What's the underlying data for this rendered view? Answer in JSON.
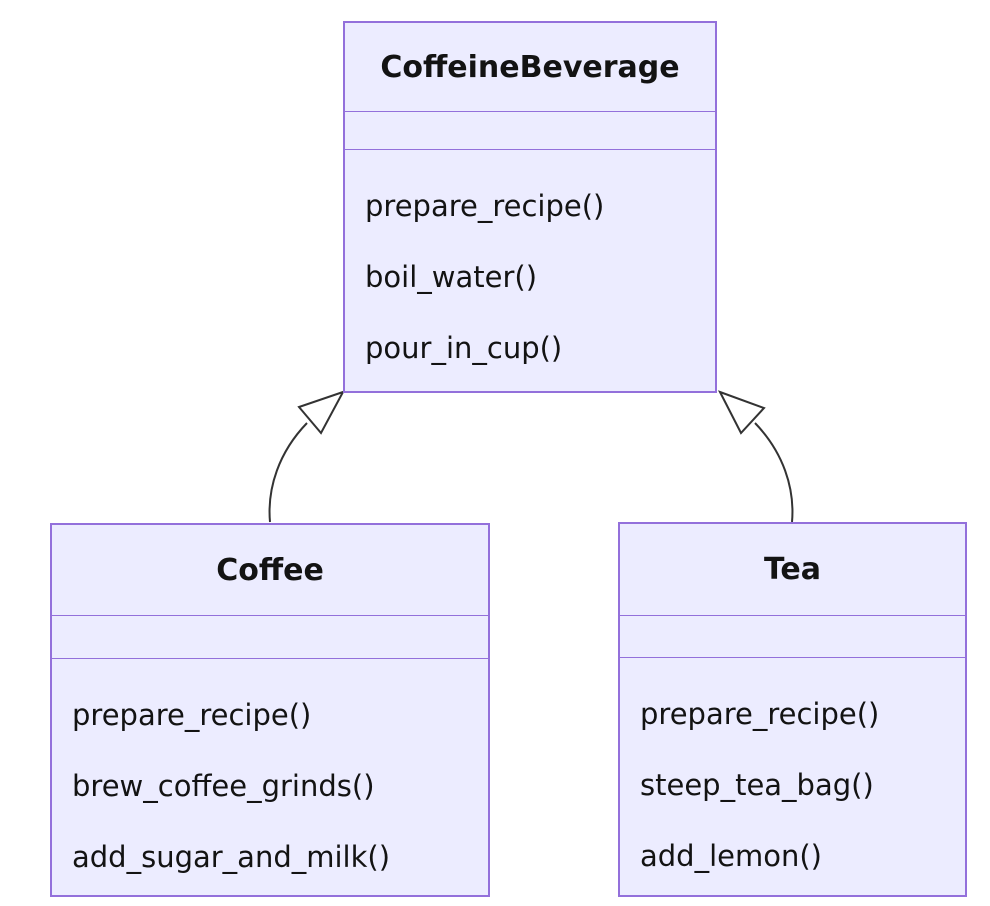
{
  "diagram_type": "uml-class-diagram",
  "classes": [
    {
      "name": "CoffeineBeverage",
      "attributes": [],
      "methods": [
        "prepare_recipe()",
        "boil_water()",
        "pour_in_cup()"
      ]
    },
    {
      "name": "Coffee",
      "attributes": [],
      "methods": [
        "prepare_recipe()",
        "brew_coffee_grinds()",
        "add_sugar_and_milk()"
      ]
    },
    {
      "name": "Tea",
      "attributes": [],
      "methods": [
        "prepare_recipe()",
        "steep_tea_bag()",
        "add_lemon()"
      ]
    }
  ],
  "relations": [
    {
      "from": "Coffee",
      "to": "CoffeineBeverage",
      "type": "inheritance"
    },
    {
      "from": "Tea",
      "to": "CoffeineBeverage",
      "type": "inheritance"
    }
  ],
  "colors": {
    "node_fill": "#ECECFF",
    "node_border": "#9370DB",
    "edge_stroke": "#333333",
    "text": "#131313",
    "background": "#FFFFFF"
  }
}
